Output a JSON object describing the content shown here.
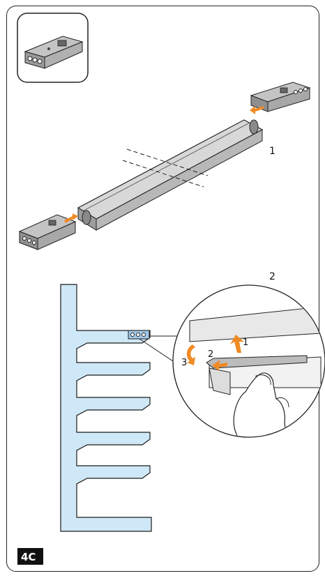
{
  "page_label": "4C",
  "step1_label": "1",
  "step2_label": "2",
  "detail_step_labels": [
    "1",
    "2",
    "3"
  ],
  "colors": {
    "frame": "#222222",
    "shelf_fill": "#cfe8f7",
    "shelf_stroke": "#1a1a1a",
    "arrow": "#f08a24",
    "metal": "#a8a8a8",
    "metal_dark": "#6a6a6a",
    "badge_bg": "#111111"
  },
  "icons": [
    "bracket-thumbnail-icon",
    "bracket-left-icon",
    "bracket-right-icon",
    "light-bar-icon",
    "orange-arrow-icon",
    "hand-icon"
  ]
}
